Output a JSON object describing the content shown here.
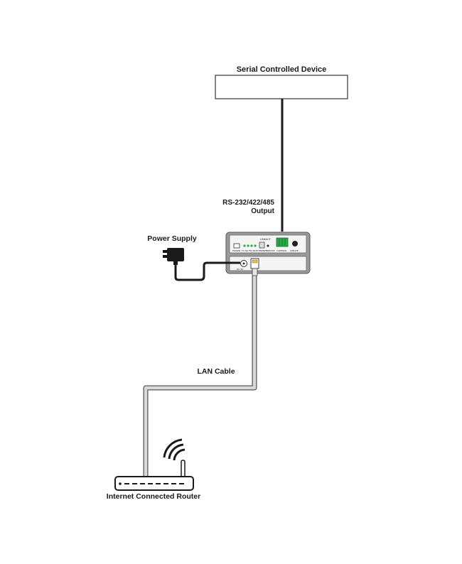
{
  "labels": {
    "serial_device": "Serial Controlled Device",
    "rs232_line1": "RS-232/422/485",
    "rs232_line2": "Output",
    "power_supply": "Power Supply",
    "lan_cable": "LAN Cable",
    "router": "Internet Connected Router"
  },
  "device_panel": {
    "top_label_1": "LINK",
    "top_label_2": "ACT",
    "port_label_1": "POWER",
    "port_label_2": "TX RX FW RS",
    "port_label_3": "ETHERNET",
    "port_label_4": "SERVICE",
    "port_label_5": "CONTROL",
    "port_label_6": "UPDATE",
    "bottom_label": "DC 5V"
  },
  "colors": {
    "line": "#1a1a1a",
    "lan_cable": "#d9d9d9",
    "device_body": "#9a9a9a",
    "terminal_green": "#2aa84a"
  }
}
